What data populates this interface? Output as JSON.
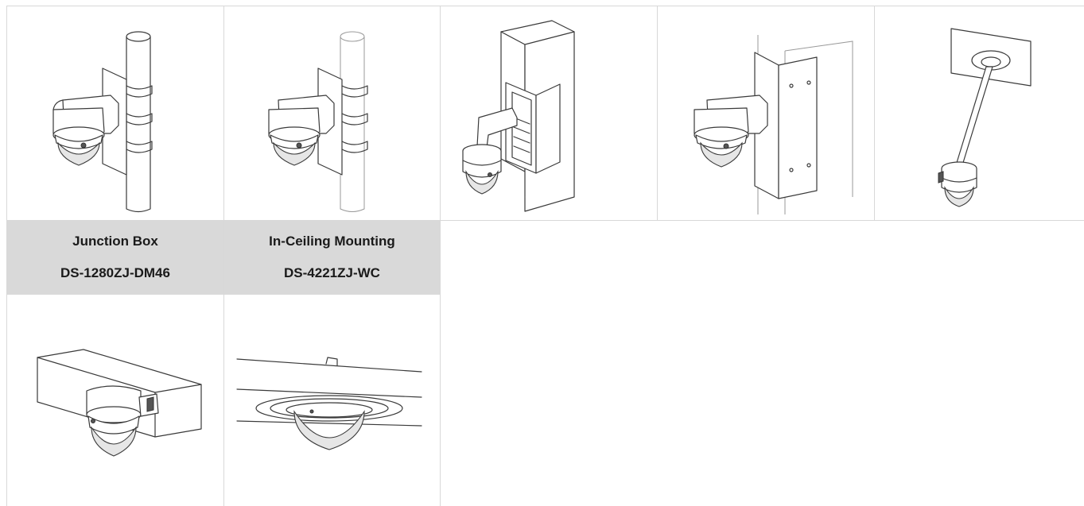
{
  "accessories": [
    {
      "icon": "wall-mount-pole-bracket-image"
    },
    {
      "icon": "pole-mount-bracket-image"
    },
    {
      "icon": "corner-mount-pendant-image"
    },
    {
      "icon": "corner-mount-bracket-image"
    },
    {
      "icon": "pendant-mount-image"
    },
    {
      "title": "Junction Box",
      "model": "DS-1280ZJ-DM46",
      "icon": "junction-box-image"
    },
    {
      "title": "In-Ceiling Mounting",
      "model": "DS-4221ZJ-WC",
      "icon": "in-ceiling-mount-image"
    }
  ],
  "colors": {
    "caption_bg": "#d9d9d9",
    "grid_line": "#d8d8d8"
  }
}
